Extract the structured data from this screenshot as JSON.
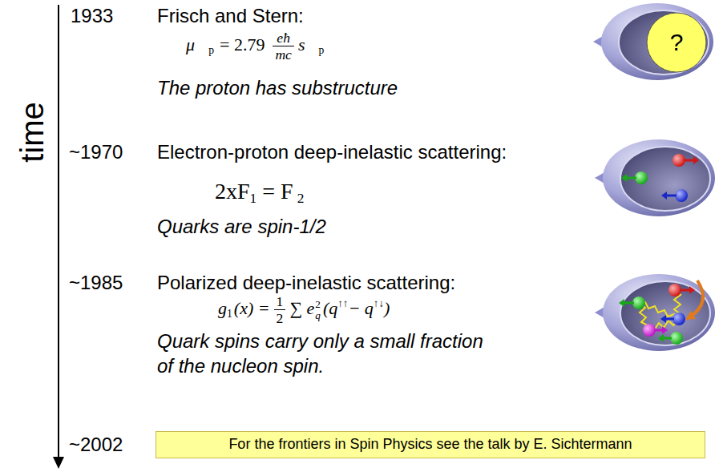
{
  "diagram": {
    "nodes": [
      {
        "text": [
          "?"
        ]
      },
      {
        "text": [
          "For the frontiers in Spin Physics see the talk by E. Sichtermann"
        ]
      }
    ],
    "labels": [
      "time",
      "1933",
      "Frisch and Stern:",
      "μ⃗",
      "p",
      "= 2.79",
      "eħ",
      "mc",
      "s⃗",
      "p",
      "The proton has substructure",
      "~1970",
      "Electron-proton deep-inelastic scattering:",
      "2xF",
      "1",
      "= F",
      "2",
      "Quarks are spin-1/2",
      "~1985",
      "Polarized deep-inelastic scattering:",
      "g",
      "1",
      "(x) =",
      "1",
      "2",
      "∑ e",
      "2",
      "q",
      "(q",
      "↑↑",
      "− q",
      "↑↓",
      ")",
      "Quark spins carry only a small fraction of the nucleon spin.",
      "~2002"
    ]
  }
}
